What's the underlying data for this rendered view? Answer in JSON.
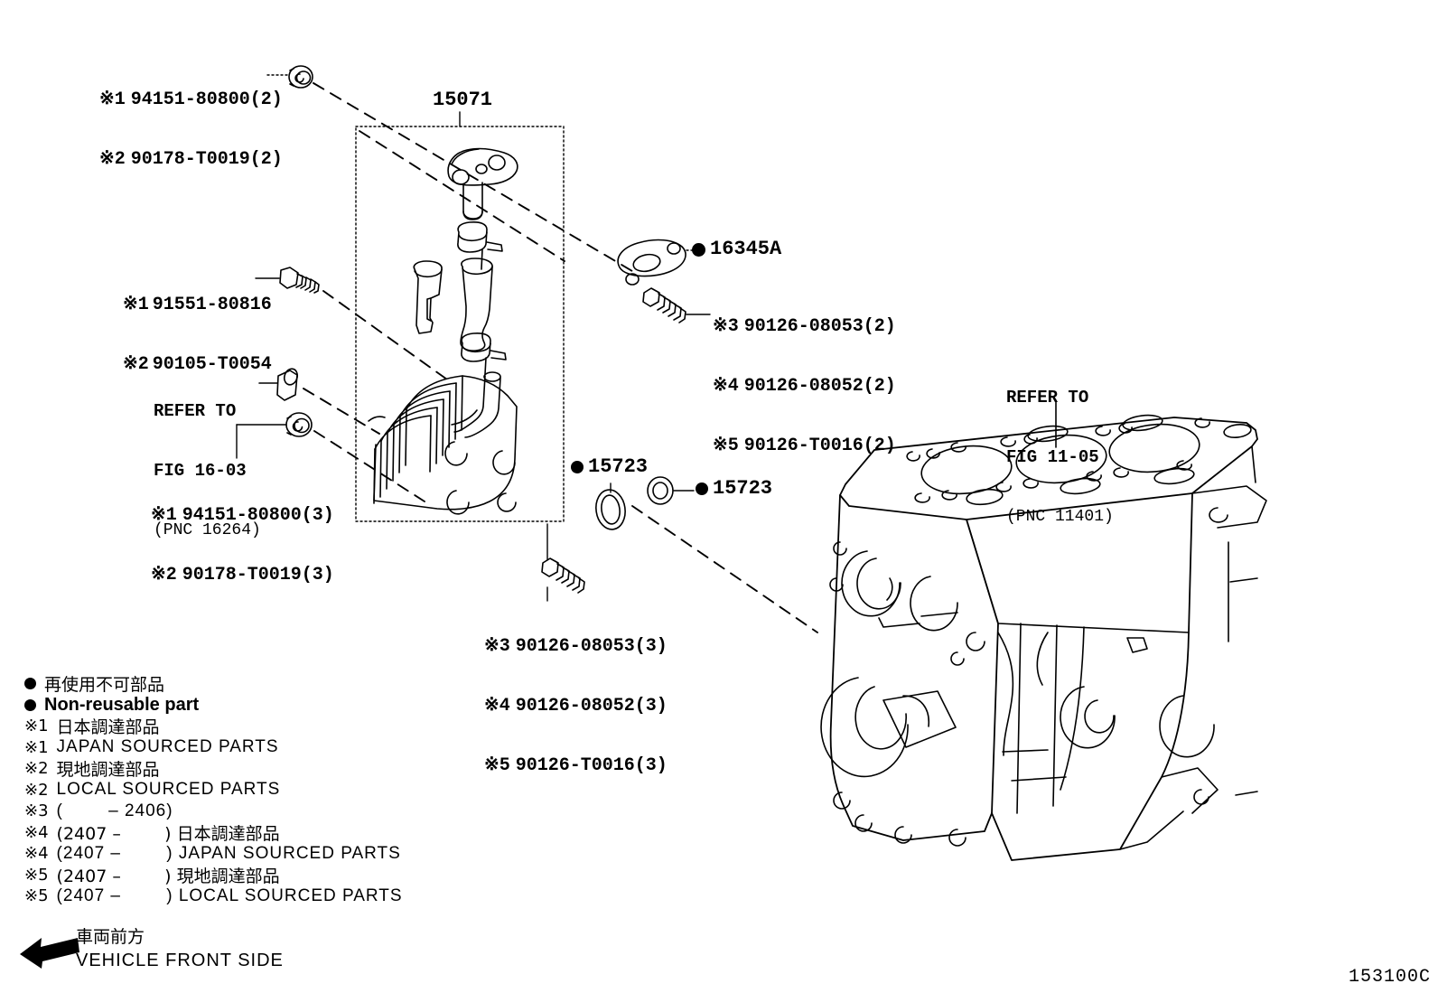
{
  "diagram": {
    "sheet_code": "153100C",
    "title_part_group": "15071",
    "callouts": [
      {
        "id": "bolt-upper-left",
        "lines": [
          {
            "mark": "※1",
            "number": "94151-80800(2)"
          },
          {
            "mark": "※2",
            "number": "90178-T0019(2)"
          }
        ]
      },
      {
        "id": "stud-mid-left",
        "lines": [
          {
            "mark": "※1",
            "number": "91551-80816"
          },
          {
            "mark": "※2",
            "number": "90105-T0054"
          }
        ]
      },
      {
        "id": "bolt-lower-left",
        "lines": [
          {
            "mark": "※1",
            "number": "94151-80800(3)"
          },
          {
            "mark": "※2",
            "number": "90178-T0019(3)"
          }
        ]
      },
      {
        "id": "bolt-gasket-right",
        "lines": [
          {
            "mark": "※3",
            "number": "90126-08053(2)"
          },
          {
            "mark": "※4",
            "number": "90126-08052(2)"
          },
          {
            "mark": "※5",
            "number": "90126-T0016(2)"
          }
        ]
      },
      {
        "id": "bolt-cooler-lower",
        "lines": [
          {
            "mark": "※3",
            "number": "90126-08053(3)"
          },
          {
            "mark": "※4",
            "number": "90126-08052(3)"
          },
          {
            "mark": "※5",
            "number": "90126-T0016(3)"
          }
        ]
      }
    ],
    "part_labels": [
      {
        "id": "gasket-16345a",
        "number": "16345A",
        "nonreusable": true
      },
      {
        "id": "o-ring-left-15723",
        "number": "15723",
        "nonreusable": true
      },
      {
        "id": "o-ring-right-15723",
        "number": "15723",
        "nonreusable": true
      }
    ],
    "refer_blocks": [
      {
        "id": "refer-fig-16-03",
        "line1": "REFER TO",
        "line2": "FIG 16-03",
        "pnc": "(PNC 16264)"
      },
      {
        "id": "refer-fig-11-05",
        "line1": "REFER TO",
        "line2": "FIG 11-05",
        "pnc": "(PNC 11401)"
      }
    ]
  },
  "legend": {
    "rows": [
      {
        "type": "dot",
        "text": "再使用不可部品",
        "script": "jp"
      },
      {
        "type": "dot",
        "text": "Non-reusable part",
        "script": "enb"
      },
      {
        "type": "mark",
        "mark": "※1",
        "text": "日本調達部品",
        "script": "jp"
      },
      {
        "type": "mark",
        "mark": "※1",
        "text": "JAPAN SOURCED PARTS",
        "script": "en"
      },
      {
        "type": "mark",
        "mark": "※2",
        "text": "現地調達部品",
        "script": "jp"
      },
      {
        "type": "mark",
        "mark": "※2",
        "text": "LOCAL SOURCED PARTS",
        "script": "en"
      },
      {
        "type": "mark",
        "mark": "※3",
        "text": "(        – 2406)",
        "script": "en"
      },
      {
        "type": "mark",
        "mark": "※4",
        "text": "(2407 –        ) 日本調達部品",
        "script": "jp"
      },
      {
        "type": "mark",
        "mark": "※4",
        "text": "(2407 –        ) JAPAN SOURCED PARTS",
        "script": "en"
      },
      {
        "type": "mark",
        "mark": "※5",
        "text": "(2407 –        ) 現地調達部品",
        "script": "jp"
      },
      {
        "type": "mark",
        "mark": "※5",
        "text": "(2407 –        ) LOCAL SOURCED PARTS",
        "script": "en"
      }
    ]
  },
  "front_side": {
    "jp": "車両前方",
    "en": "VEHICLE FRONT SIDE"
  },
  "colors": {
    "ink": "#000000",
    "paper": "#ffffff"
  }
}
